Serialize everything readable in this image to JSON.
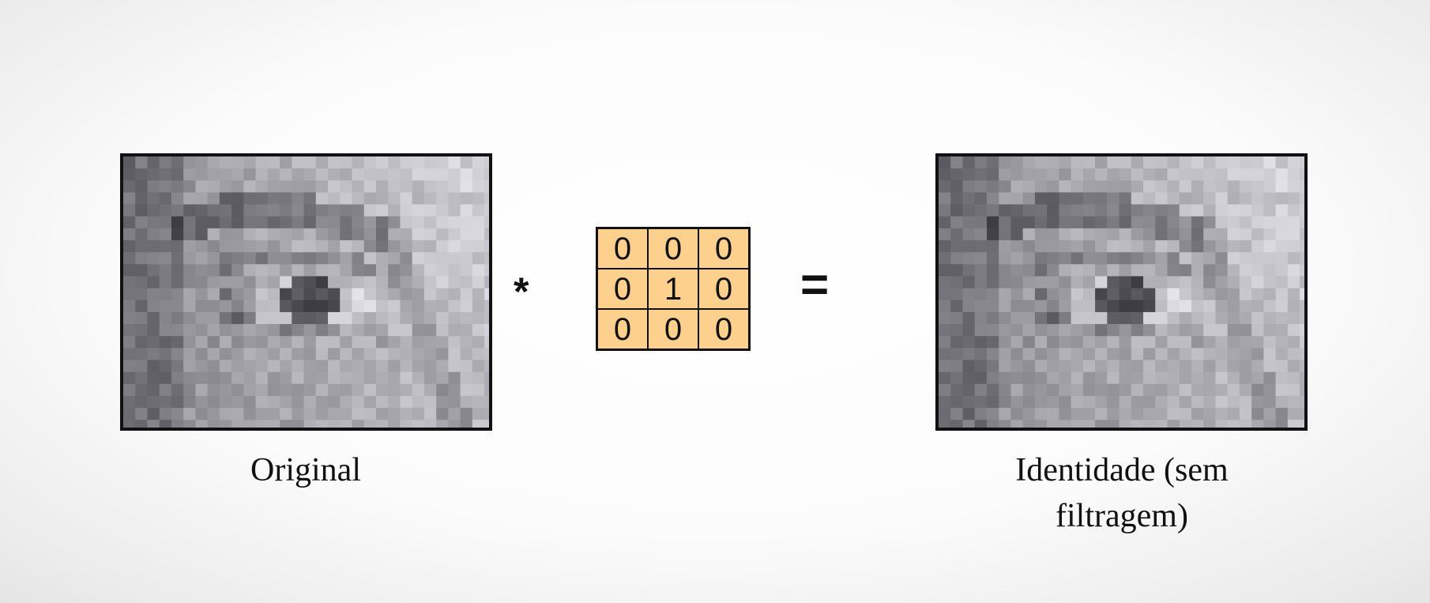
{
  "operators": {
    "convolve": "*",
    "equals": "="
  },
  "kernel": {
    "cells": [
      [
        "0",
        "0",
        "0"
      ],
      [
        "0",
        "1",
        "0"
      ],
      [
        "0",
        "0",
        "0"
      ]
    ],
    "fill_color": "#fdd08e",
    "border_color": "#111111"
  },
  "captions": {
    "original": "Original",
    "result_line1": "Identidade (sem",
    "result_line2": "filtragem)"
  }
}
